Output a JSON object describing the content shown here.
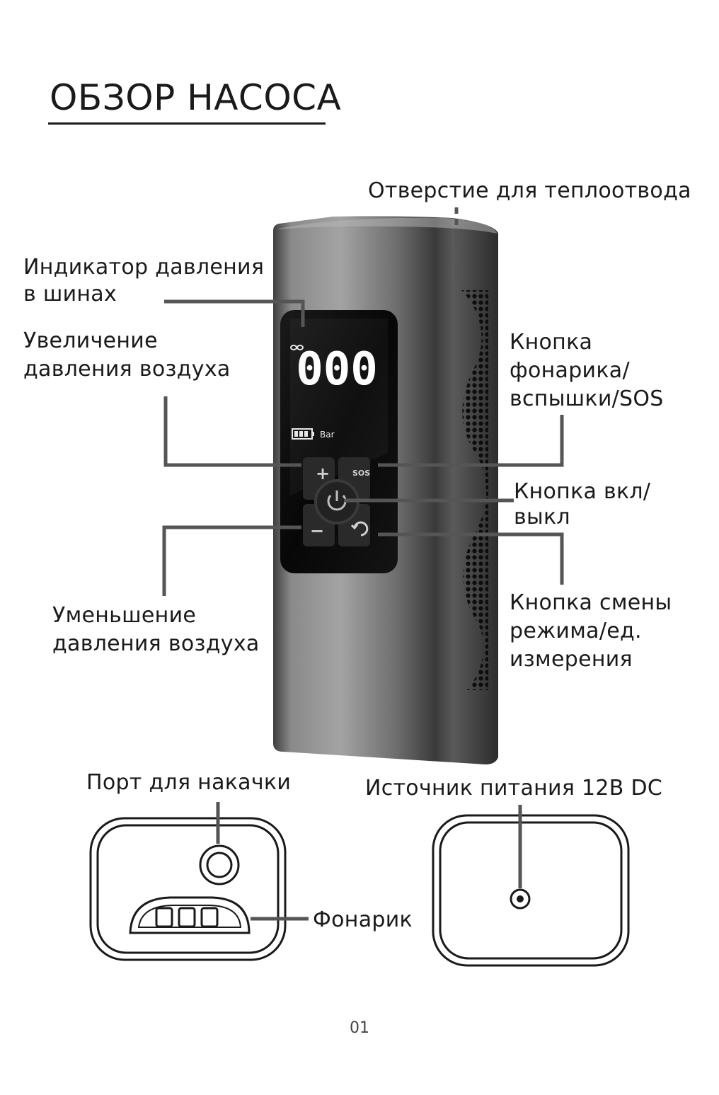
{
  "title": "ОБЗОР НАСОСА",
  "labels": {
    "heat_vent": "Отверстие для теплоотвода",
    "pressure_indicator_1": "Индикатор давления",
    "pressure_indicator_2": "в шинах",
    "increase_1": "Увеличение",
    "increase_2": "давления воздуха",
    "flashlight_btn_1": "Кнопка",
    "flashlight_btn_2": "фонарика/",
    "flashlight_btn_3": "вспышки/SOS",
    "power_btn_1": "Кнопка вкл/",
    "power_btn_2": "выкл",
    "decrease_1": "Уменьшение",
    "decrease_2": "давления воздуха",
    "mode_btn_1": "Кнопка смены",
    "mode_btn_2": "режима/ед.",
    "mode_btn_3": "измерения",
    "inflation_port": "Порт для накачки",
    "power_source": "Источник питания 12В DC",
    "flashlight": "Фонарик"
  },
  "screen": {
    "reading": "000",
    "unit": "Bar",
    "sos": "SOS",
    "plus": "+",
    "minus": "−"
  },
  "page_number": "01"
}
